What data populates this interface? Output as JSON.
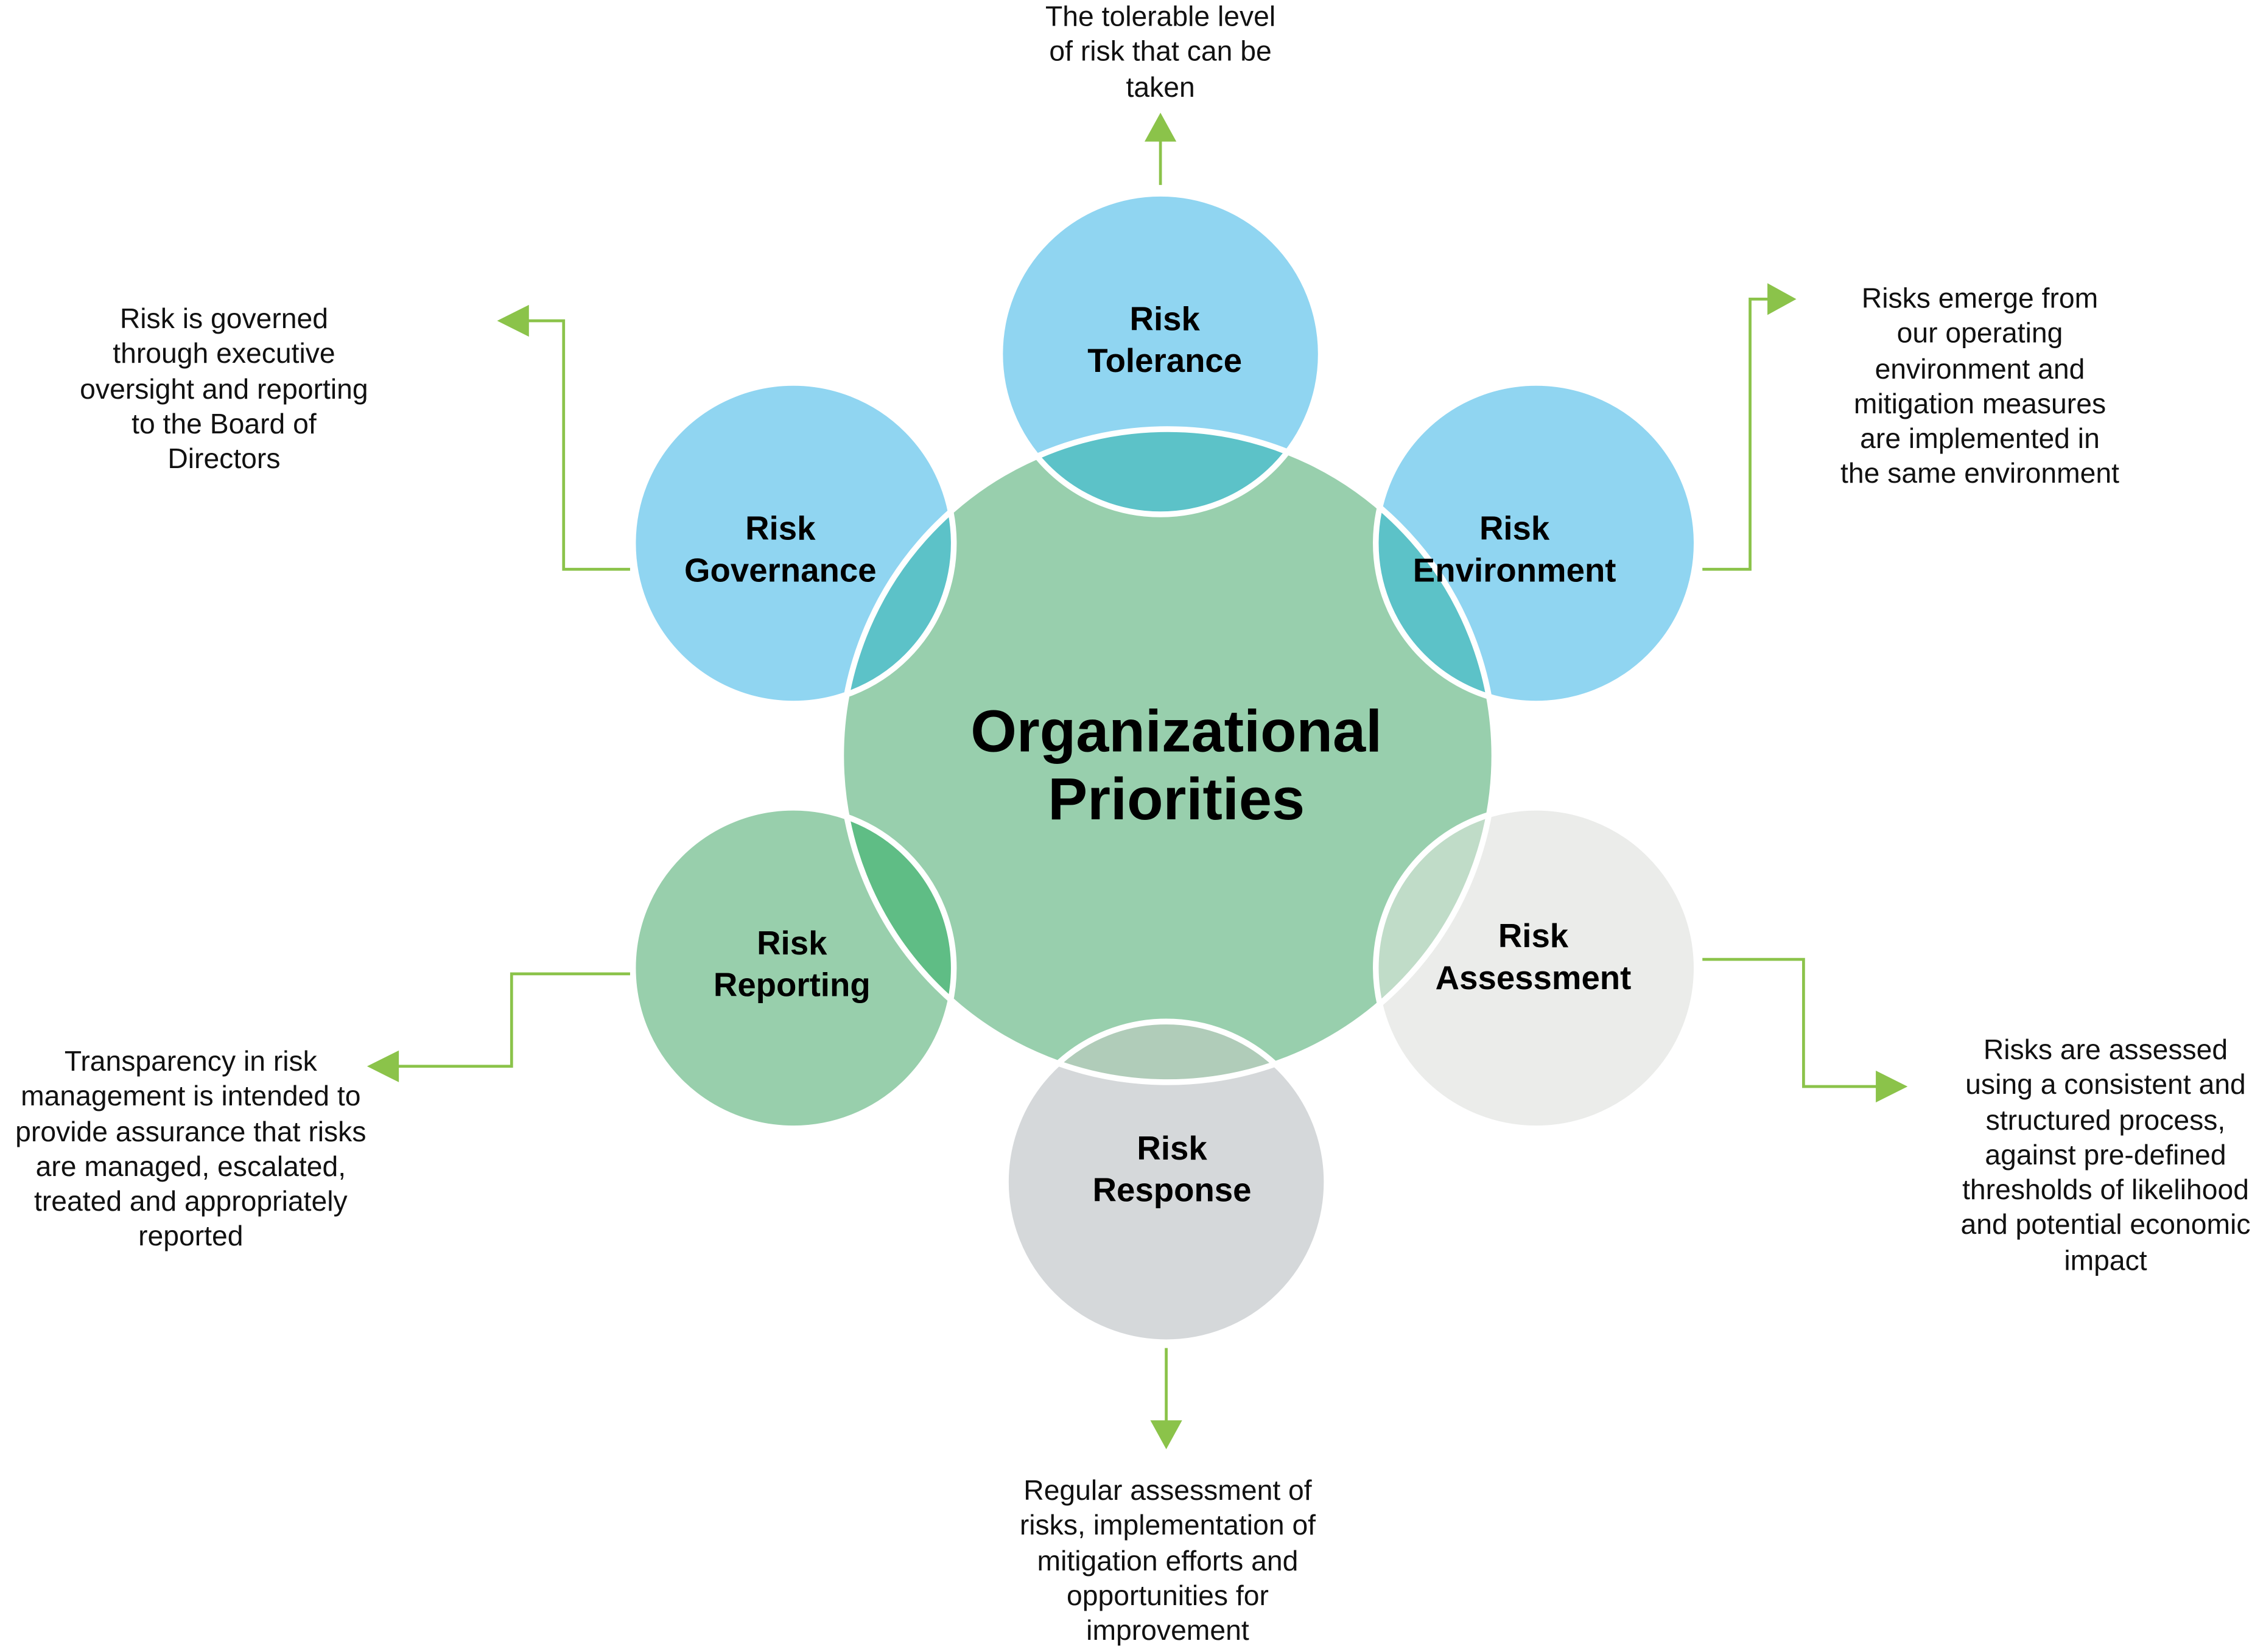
{
  "center": {
    "title": "Organizational\nPriorities",
    "color": "#98cfad"
  },
  "colors": {
    "connector": "#8bc34a",
    "ring": "#ffffff"
  },
  "nodes": {
    "tolerance": {
      "label": "Risk\nTolerance",
      "color": "#90d5f1"
    },
    "governance": {
      "label": "Risk\nGovernance",
      "color": "#90d5f1"
    },
    "environment": {
      "label": "Risk\nEnvironment",
      "color": "#90d5f1"
    },
    "reporting": {
      "label": "Risk\nReporting",
      "color": "#98cfac"
    },
    "assessment": {
      "label": "Risk\nAssessment",
      "color": "#ebecea"
    },
    "response": {
      "label": "Risk\nResponse",
      "color": "#d5d8da"
    }
  },
  "descriptions": {
    "tolerance": "The tolerable level\nof risk that can be\ntaken",
    "governance": "Risk is governed\nthrough executive\noversight and reporting\nto the Board of\nDirectors",
    "environment": "Risks emerge from\nour operating\nenvironment and\nmitigation measures\nare implemented in\nthe same environment",
    "reporting": "Transparency in risk\nmanagement is intended to\nprovide assurance that risks\nare managed, escalated,\ntreated and appropriately\nreported",
    "assessment": "Risks are assessed\nusing a consistent and\nstructured process,\nagainst pre-defined\nthresholds of likelihood\nand potential economic\nimpact",
    "response": "Regular assessment of\nrisks, implementation of\nmitigation efforts and\nopportunities for\nimprovement"
  }
}
